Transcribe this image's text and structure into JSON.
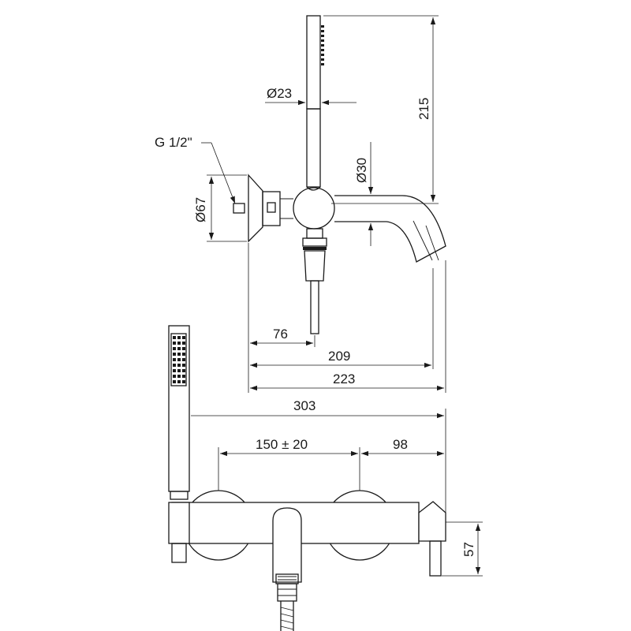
{
  "labels": {
    "thread": "G 1/2\"",
    "dia_hand_shower": "Ø23",
    "dia_spout": "Ø30",
    "dia_flange": "Ø67",
    "height_shower": "215",
    "d76": "76",
    "d209": "209",
    "d223": "223",
    "d303": "303",
    "centers": "150 ± 20",
    "d98": "98",
    "d57": "57"
  }
}
